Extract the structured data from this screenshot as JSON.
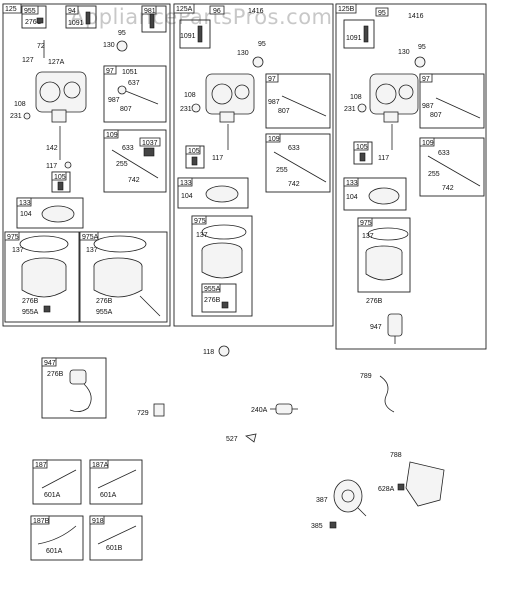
{
  "watermark": "AppliancePartsPros.com",
  "boxes": {
    "b125": "125",
    "b955": "955",
    "b94": "94",
    "b981": "981",
    "b97": "97",
    "b109": "109",
    "b1037": "1037",
    "b105": "105",
    "b133": "133",
    "b975": "975",
    "b975A": "975A",
    "b125A": "125A",
    "b96": "96",
    "b97b": "97",
    "b109b": "109",
    "b105b": "105",
    "b133b": "133",
    "b975b": "975",
    "b955A": "955A",
    "b125B": "125B",
    "b95": "95",
    "b97c": "97",
    "b105c": "105",
    "b109c": "109",
    "b133c": "133",
    "b975c": "975",
    "b947": "947",
    "b187": "187",
    "b187A": "187A",
    "b187B": "187B",
    "b918": "918"
  },
  "labels": {
    "l276C": "276C",
    "l1091a": "1091",
    "l72": "72",
    "l130a": "130",
    "l95a": "95",
    "l127": "127",
    "l127A": "127A",
    "l1051": "1051",
    "l637": "637",
    "l987a": "987",
    "l807a": "807",
    "l108a": "108",
    "l231a": "231",
    "l633a": "633",
    "l255a": "255",
    "l742a": "742",
    "l142": "142",
    "l117a": "117",
    "l104a": "104",
    "l137a": "137",
    "l137b": "137",
    "l276Ba": "276B",
    "l955Aa": "955A",
    "l276Bb": "276B",
    "l955Ab": "955A",
    "l1416a": "1416",
    "l1091b": "1091",
    "l130b": "130",
    "l95b": "95",
    "l108b": "108",
    "l231b": "231",
    "l987b": "987",
    "l807b": "807",
    "l633b": "633",
    "l255b": "255",
    "l742b": "742",
    "l117b": "117",
    "l104b": "104",
    "l137c": "137",
    "l276Bc": "276B",
    "l1416b": "1416",
    "l1091c": "1091",
    "l130c": "130",
    "l95c": "95",
    "l108c": "108",
    "l231c": "231",
    "l987c": "987",
    "l807c": "807",
    "l633c": "633",
    "l255c": "255",
    "l742c": "742",
    "l117c": "117",
    "l104c": "104",
    "l137d": "137",
    "l276Bd": "276B",
    "l947": "947",
    "l118": "118",
    "l276Be": "276B",
    "l789": "789",
    "l729": "729",
    "l240A": "240A",
    "l527": "527",
    "l788": "788",
    "l628A": "628A",
    "l387": "387",
    "l385": "385",
    "l601Aa": "601A",
    "l601Ab": "601A",
    "l601Ac": "601A",
    "l601B": "601B"
  }
}
